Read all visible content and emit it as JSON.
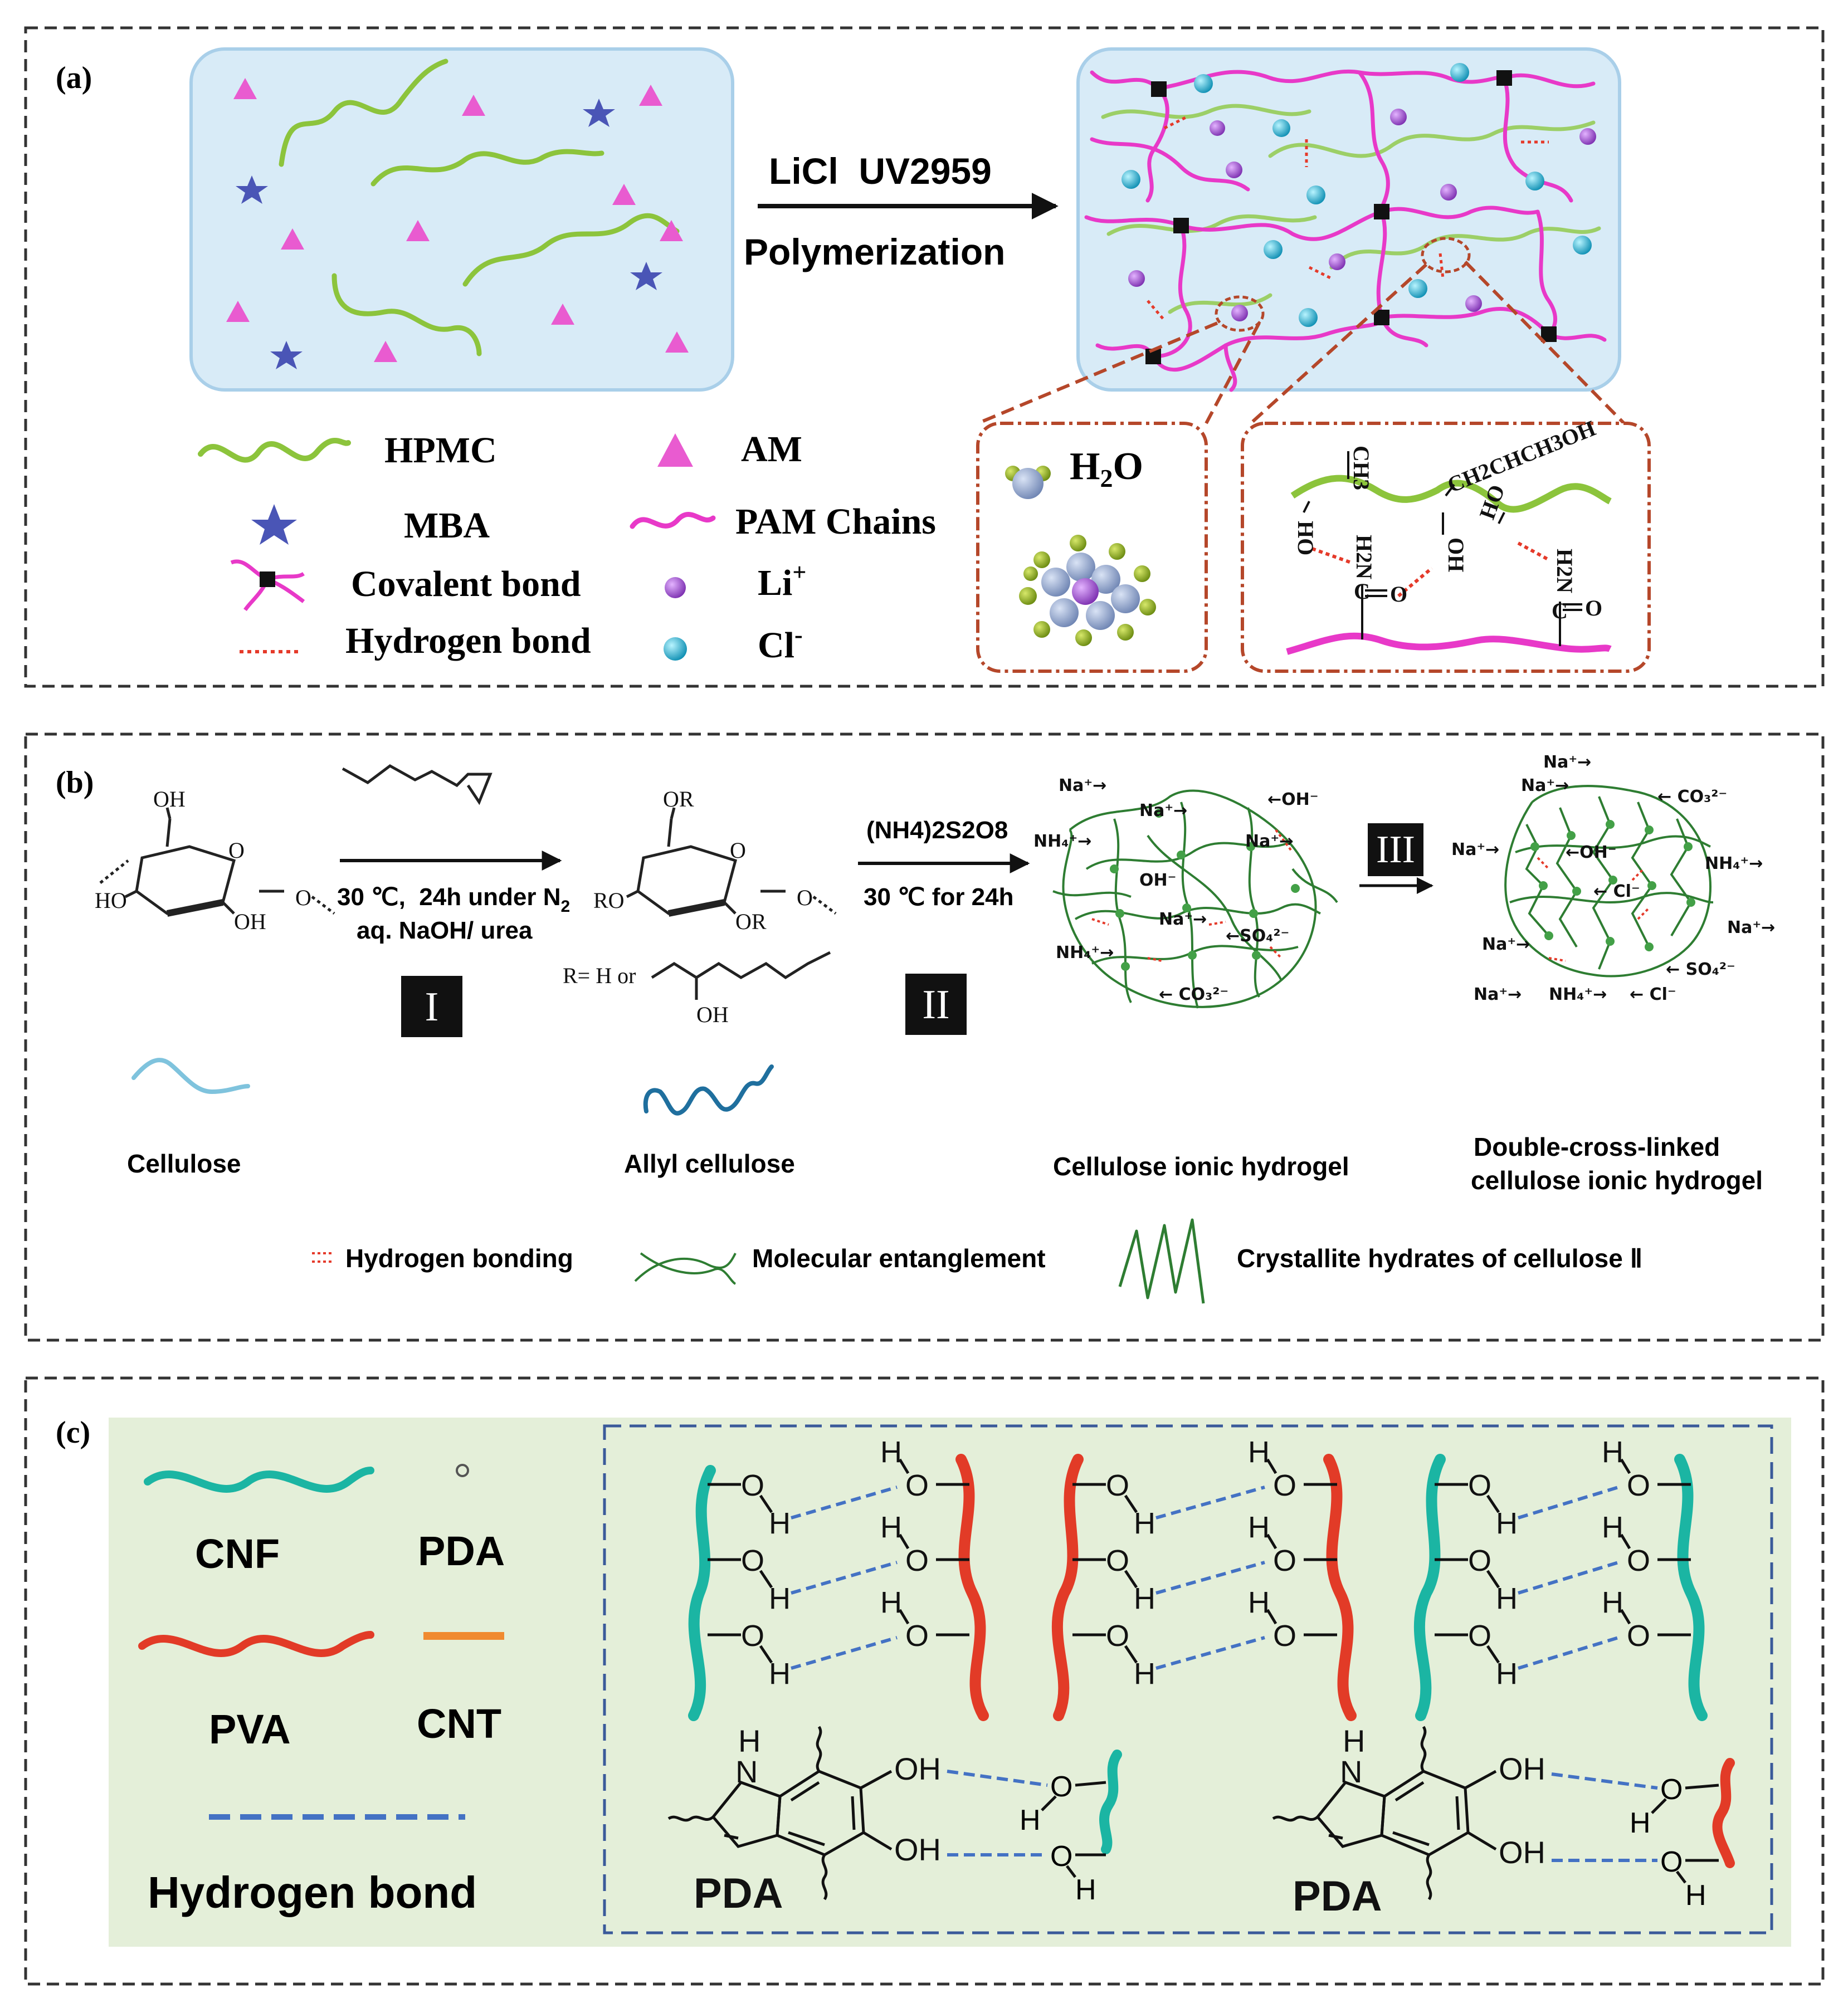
{
  "panel_a": {
    "label": "(a)",
    "arrow_top": "LiCl  UV2959",
    "arrow_bottom": "Polymerization",
    "legend": {
      "hpmc": "HPMC",
      "am": "AM",
      "mba": "MBA",
      "pam": "PAM Chains",
      "covalent": "Covalent bond",
      "li": "Li",
      "li_sup": "+",
      "hydrogen": "Hydrogen bond",
      "cl": "Cl",
      "cl_sup": "-"
    },
    "water_label": "H",
    "water_sub": "2",
    "water_end": "O",
    "chem": {
      "ch3": "CH3",
      "ch2chch3oh": "CH2CHCH3OH",
      "ho1": "HO",
      "h2n1": "H2N",
      "c1": "C",
      "o1": "O",
      "oh2": "OH",
      "ho3": "HO",
      "h2n2": "H2N",
      "c2": "C",
      "o2": "O"
    }
  },
  "panel_b": {
    "label": "(b)",
    "step1_cond1": "30 ℃,  24h under N",
    "step1_cond1_sub": "2",
    "step1_cond2": "aq. NaOH/ urea",
    "step1_roman": "I",
    "step2_cond1": "(NH4)2S2O8",
    "step2_cond2": "30 ℃ for 24h",
    "step2_roman": "II",
    "step3_roman": "III",
    "r_group": "R= H or",
    "oh_r": "OH",
    "glucose1": {
      "oh_top": "OH",
      "ho_left": "HO",
      "oh_bottom": "OH",
      "o_ring": "O",
      "o_link": "O"
    },
    "glucose2": {
      "or_top": "OR",
      "ro_left": "RO",
      "or_bottom": "OR",
      "o_ring": "O",
      "o_link": "O"
    },
    "ions1": [
      "Na⁺→",
      "Na⁺→",
      "NH₄⁺→",
      "Na⁺→",
      "←OH⁻",
      "OH⁻",
      "Na⁺→",
      "←SO₄²⁻",
      "NH₄⁺→",
      "← CO₃²⁻"
    ],
    "ions2": [
      "Na⁺→",
      "Na⁺→",
      "←OH⁻",
      "← CO₃²⁻",
      "NH₄⁺→",
      "Na⁺→",
      "← Cl⁻",
      "Na⁺→",
      "Na⁺→",
      "← SO₄²⁻",
      "Na⁺→",
      "NH₄⁺→",
      "← Cl⁻"
    ],
    "names": {
      "cellulose": "Cellulose",
      "allyl": "Allyl cellulose",
      "ionic": "Cellulose ionic hydrogel",
      "double1": "Double-cross-linked",
      "double2": "cellulose ionic hydrogel"
    },
    "legend": {
      "hb": "Hydrogen bonding",
      "me": "Molecular entanglement",
      "ch": "Crystallite hydrates of cellulose Ⅱ"
    }
  },
  "panel_c": {
    "label": "(c)",
    "legend": {
      "cnf": "CNF",
      "pda": "PDA",
      "pva": "PVA",
      "cnt": "CNT",
      "hbond": "Hydrogen bond"
    },
    "atoms": {
      "o": "O",
      "h": "H",
      "n": "N",
      "oh": "OH"
    },
    "pda_label": "PDA"
  },
  "colors": {
    "green": "#8cc43c",
    "magenta": "#e839c8",
    "teal": "#1bb5a3",
    "red": "#e23b27",
    "blue_dash": "#4472c4",
    "box_blue": "#d8ebf7",
    "box_green": "#e4efd9",
    "dark_green": "#2e7d32",
    "dashed_red": "#b5472a"
  }
}
